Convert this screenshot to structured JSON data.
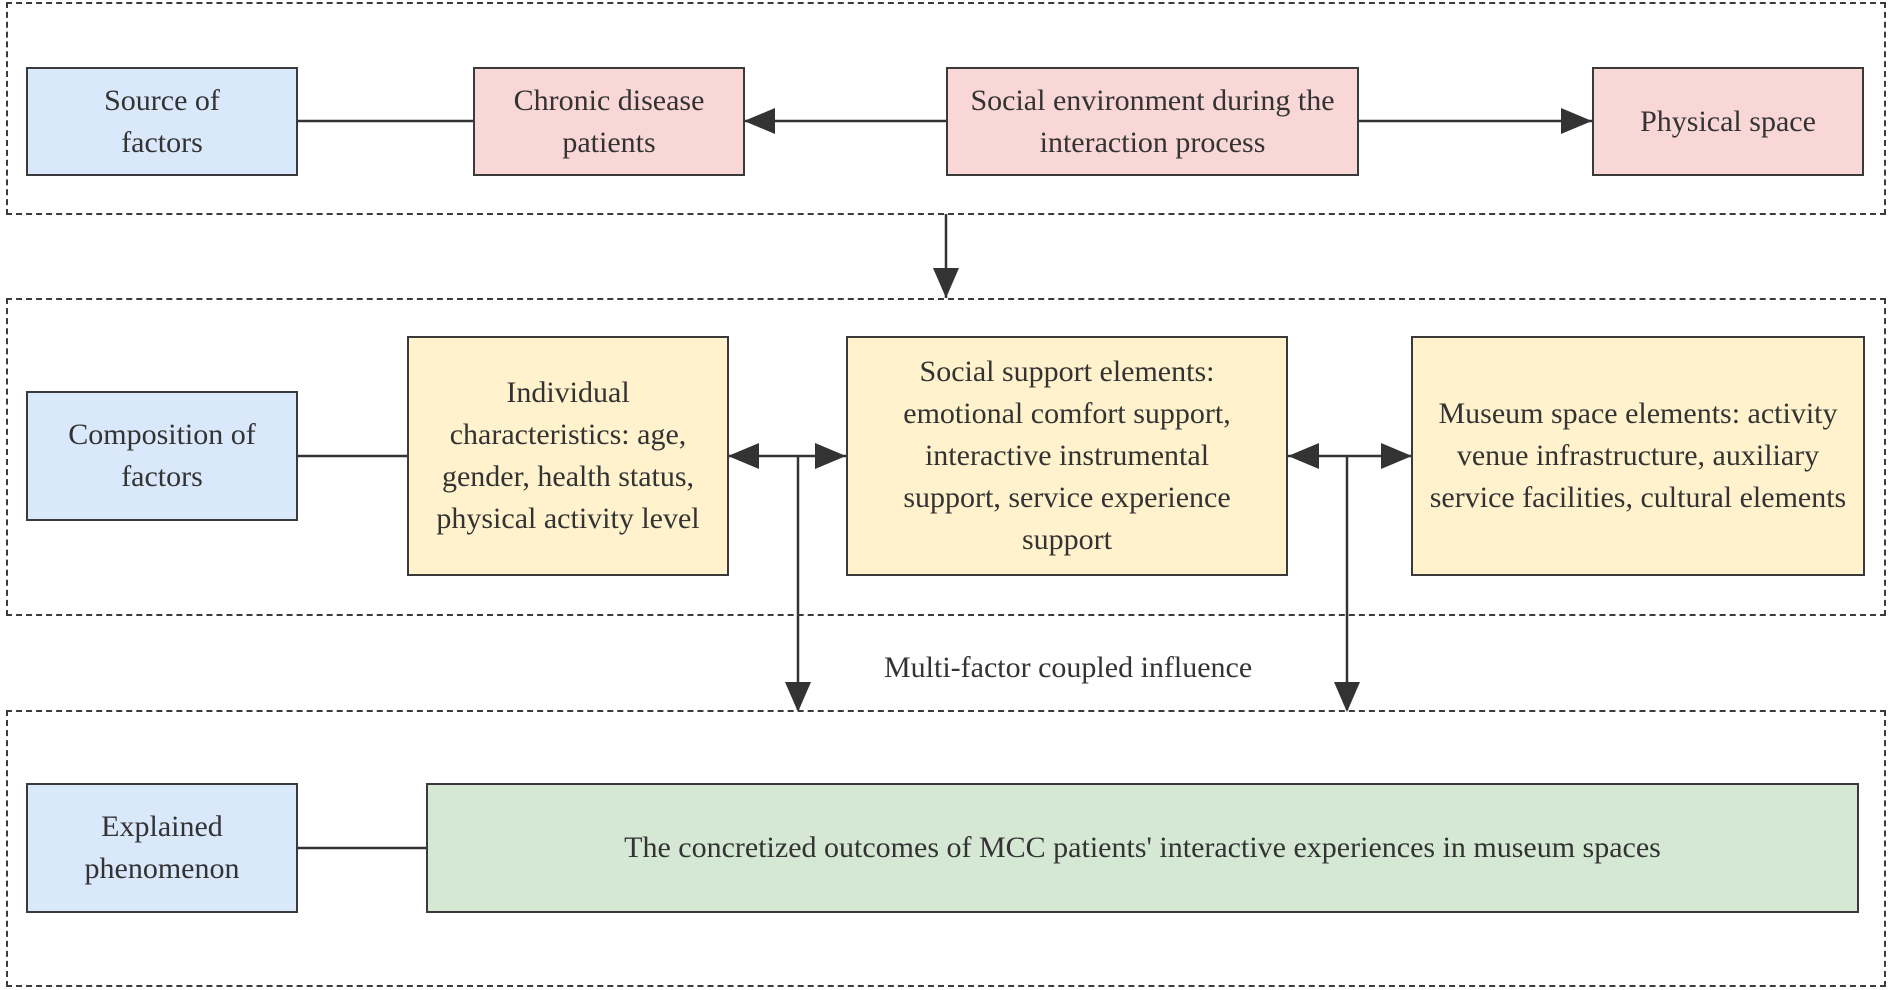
{
  "rows": {
    "source": {
      "label": "Source of factors",
      "chronic_patients": "Chronic disease patients",
      "social_environment": "Social environment during the interaction process",
      "physical_space": "Physical space"
    },
    "composition": {
      "label": "Composition of factors",
      "individual": "Individual characteristics: age, gender, health status, physical activity level",
      "social_support": "Social support elements: emotional comfort support, interactive instrumental support, service experience support",
      "museum_space": "Museum space elements: activity venue infrastructure, auxiliary service facilities, cultural elements"
    },
    "coupling_label": "Multi-factor coupled influence",
    "explained": {
      "label": "Explained phenomenon",
      "outcome": "The concretized outcomes of MCC patients' interactive experiences in museum spaces"
    }
  },
  "colors": {
    "factor_label_fill": "#dae8fc",
    "source_fill": "#f8d7d6",
    "composition_fill": "#fff2cc",
    "outcome_fill": "#d5e8d4",
    "stroke": "#3a3a3a"
  }
}
